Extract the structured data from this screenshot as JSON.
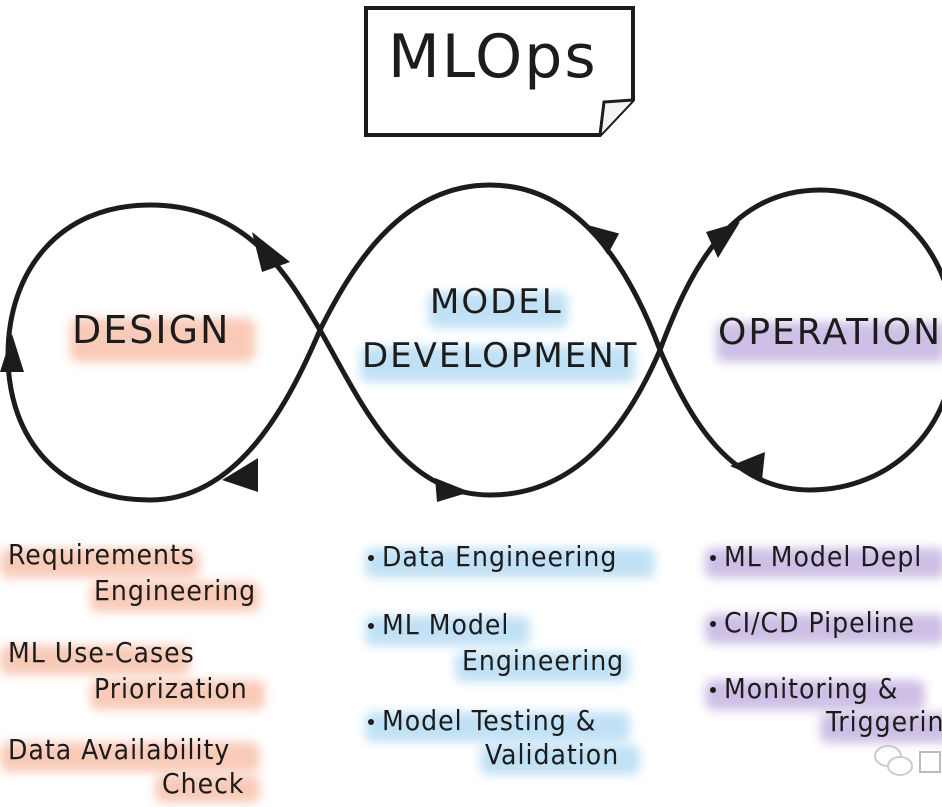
{
  "title": "MLOps",
  "phases": {
    "design": "DESIGN",
    "model_development_line1": "MODEL",
    "model_development_line2": "DEVELOPMENT",
    "operations": "OPERATIONS"
  },
  "design_items": [
    {
      "line1": "Requirements",
      "line2": "Engineering"
    },
    {
      "line1": "ML Use-Cases",
      "line2": "Priorization"
    },
    {
      "line1": "Data Availability",
      "line2": "Check"
    }
  ],
  "development_items": [
    {
      "line1": "Data Engineering",
      "line2": ""
    },
    {
      "line1": "ML Model",
      "line2": "Engineering"
    },
    {
      "line1": "Model Testing &",
      "line2": "Validation"
    }
  ],
  "operations_items": [
    {
      "line1": "ML Model Depl",
      "line2": ""
    },
    {
      "line1": "CI/CD Pipeline",
      "line2": ""
    },
    {
      "line1": "Monitoring &",
      "line2": "Triggerin"
    }
  ],
  "colors": {
    "design": "#f4a07f",
    "development": "#8ec9ee",
    "operations": "#a68bd0",
    "ink": "#1c1c1c"
  }
}
